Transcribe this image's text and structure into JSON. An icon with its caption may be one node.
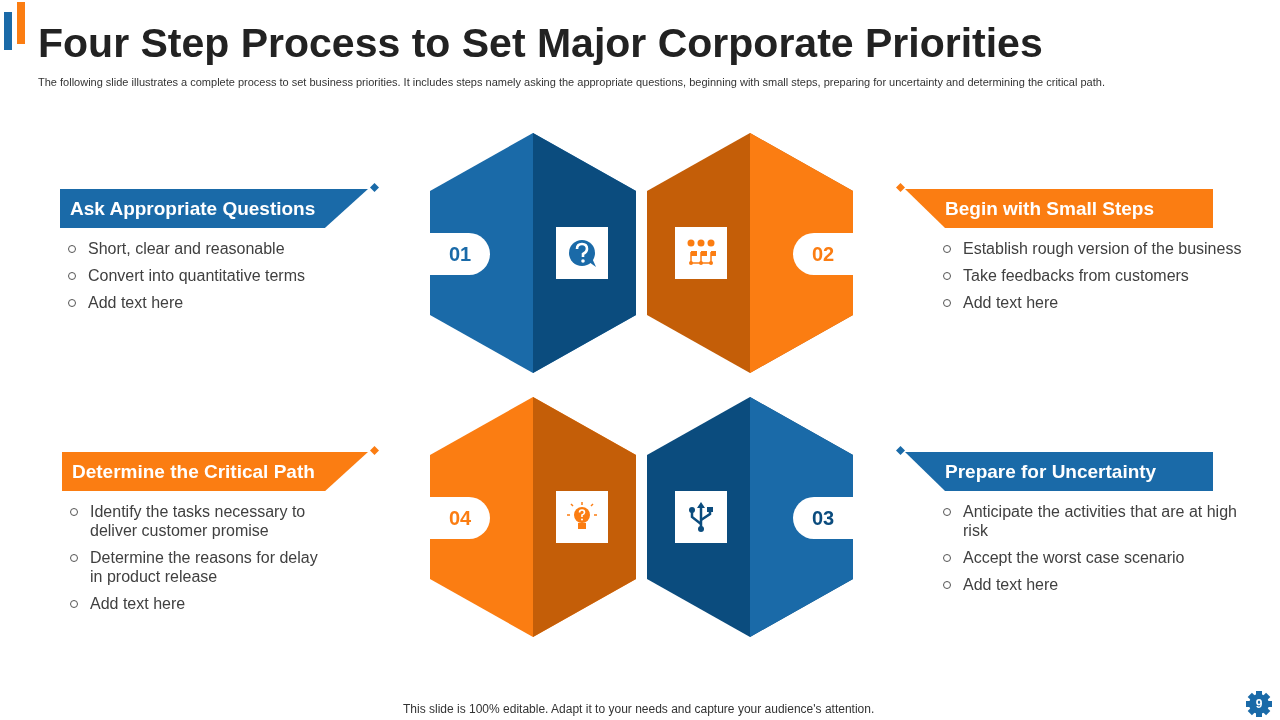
{
  "diagram": {
    "title": "Four Step Process to Set Major Corporate Priorities",
    "nodes": [
      {
        "text": [
          "Ask Appropriate Questions"
        ],
        "beside": [
          "Short, clear and reasonable",
          "Convert into quantitative terms",
          "Add text here"
        ]
      },
      {
        "text": [
          "01"
        ]
      },
      {
        "text": [
          "02"
        ]
      },
      {
        "text": [
          "Begin with Small Steps"
        ],
        "beside": [
          "Establish rough version of the business",
          "Take feedbacks from customers",
          "Add text here"
        ]
      },
      {
        "text": [
          "Determine the Critical Path"
        ],
        "beside": [
          "Identify the tasks necessary to deliver customer promise",
          "Determine the reasons for delay in product release",
          "Add text here"
        ]
      },
      {
        "text": [
          "04"
        ]
      },
      {
        "text": [
          "03"
        ]
      },
      {
        "text": [
          "Prepare for Uncertainty"
        ],
        "beside": [
          "Anticipate the activities that are at high risk",
          "Accept the worst case scenario",
          "Add text here"
        ]
      }
    ],
    "labels": [
      "The following slide illustrates a complete process to set business priorities. It includes steps namely asking the appropriate questions, beginning with small steps, preparing for uncertainty and determining the critical path.",
      "This slide is 100% editable. Adapt it to your needs and capture your audience's attention.",
      "9"
    ]
  }
}
